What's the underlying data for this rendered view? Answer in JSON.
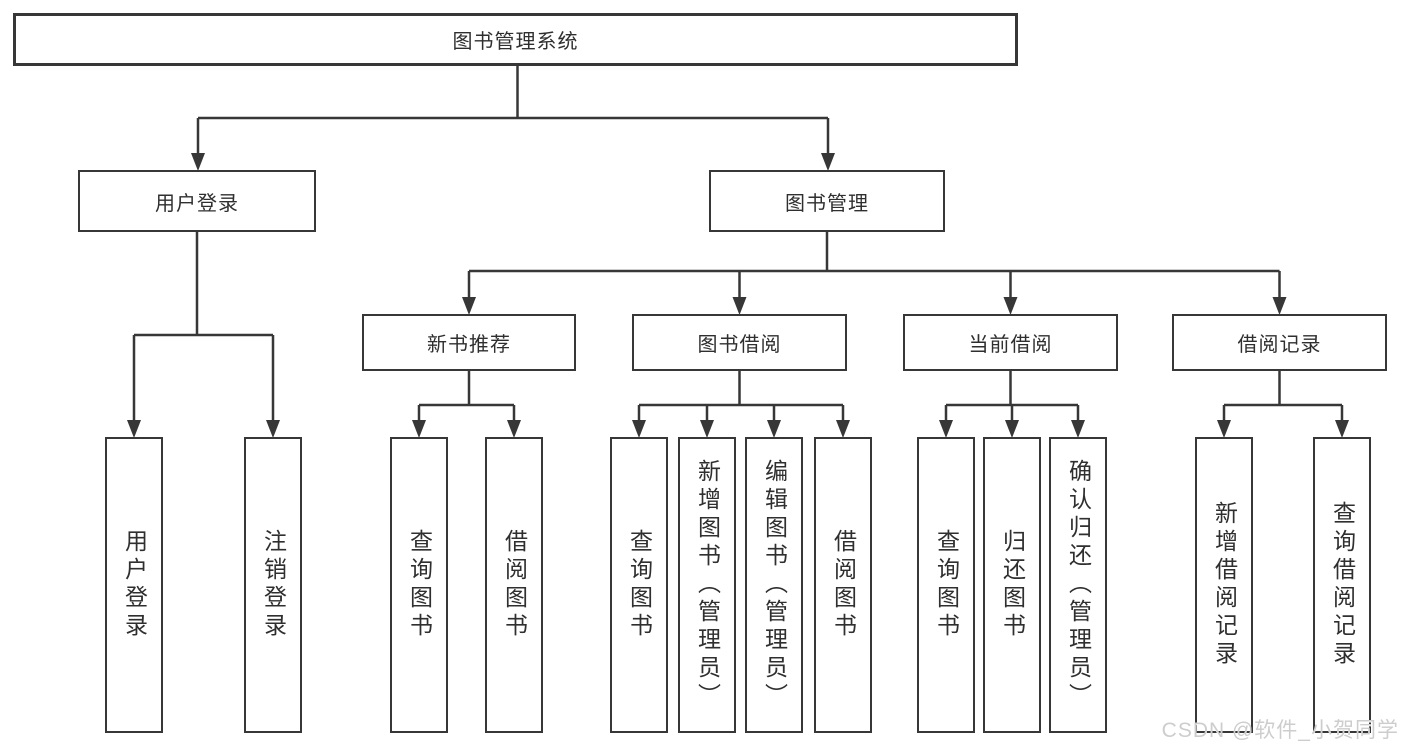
{
  "diagram": {
    "root": {
      "label": "图书管理系统"
    },
    "level2": [
      {
        "label": "用户登录"
      },
      {
        "label": "图书管理"
      }
    ],
    "level3": [
      {
        "label": "新书推荐"
      },
      {
        "label": "图书借阅"
      },
      {
        "label": "当前借阅"
      },
      {
        "label": "借阅记录"
      }
    ],
    "leaves": {
      "user_login": [
        {
          "label": "用户登录"
        },
        {
          "label": "注销登录"
        }
      ],
      "new_book": [
        {
          "label": "查询图书"
        },
        {
          "label": "借阅图书"
        }
      ],
      "book_borrow": [
        {
          "label": "查询图书"
        },
        {
          "label": "新增图书（管理员）"
        },
        {
          "label": "编辑图书（管理员）"
        },
        {
          "label": "借阅图书"
        }
      ],
      "current_borrow": [
        {
          "label": "查询图书"
        },
        {
          "label": "归还图书"
        },
        {
          "label": "确认归还（管理员）"
        }
      ],
      "borrow_record": [
        {
          "label": "新增借阅记录"
        },
        {
          "label": "查询借阅记录"
        }
      ]
    }
  },
  "watermark": "CSDN @软件_小贺同学",
  "colors": {
    "line": "#373737",
    "text": "#2f2f2f",
    "background": "#ffffff",
    "watermark": "#cdcdcd"
  }
}
